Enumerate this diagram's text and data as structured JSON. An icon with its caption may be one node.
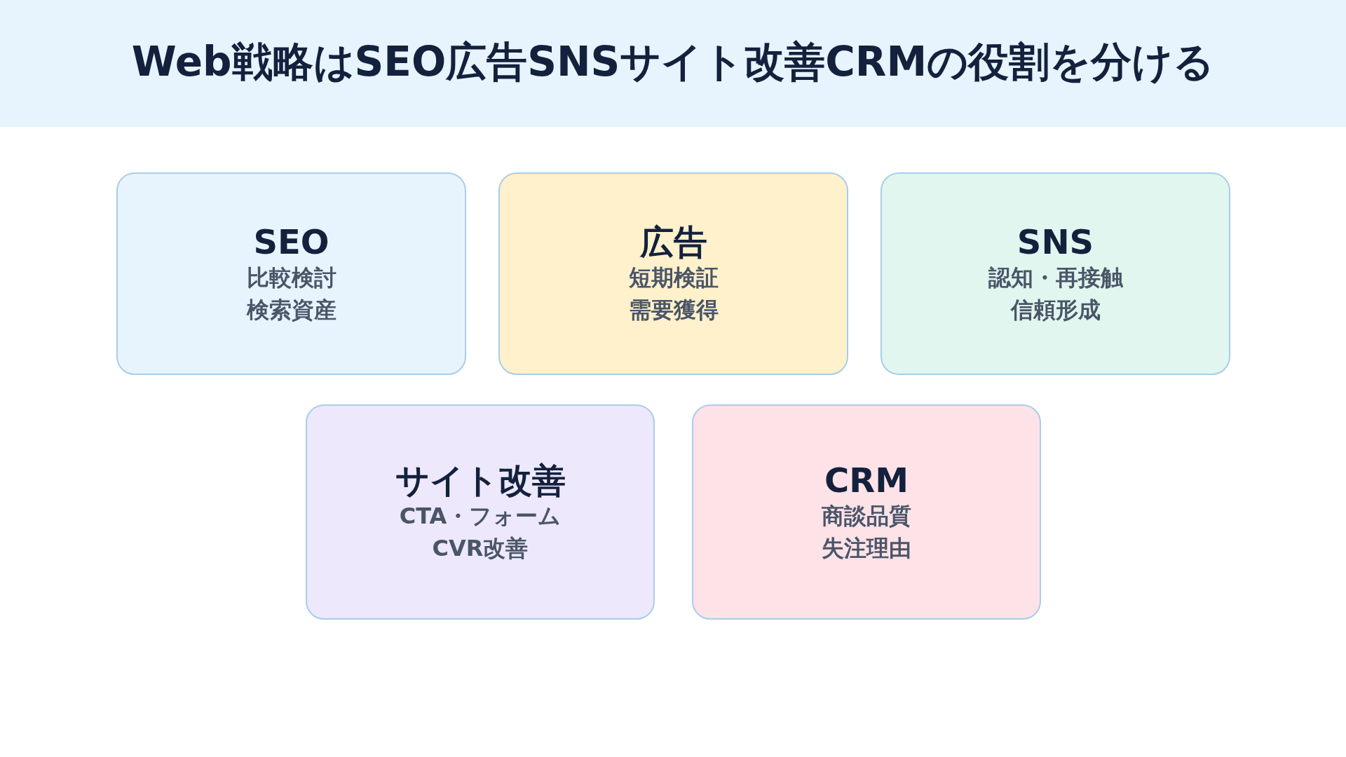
{
  "diagram": {
    "title": "Web戦略はSEO広告SNSサイト改善CRMの役割を分ける",
    "nodes": [
      {
        "text": [
          "SEO",
          "比較検討",
          "検索資産"
        ]
      },
      {
        "text": [
          "広告",
          "短期検証",
          "需要獲得"
        ]
      },
      {
        "text": [
          "SNS",
          "認知・再接触",
          "信頼形成"
        ]
      },
      {
        "text": [
          "サイト改善",
          "CTA・フォーム",
          "CVR改善"
        ]
      },
      {
        "text": [
          "CRM",
          "商談品質",
          "失注理由"
        ]
      }
    ]
  }
}
